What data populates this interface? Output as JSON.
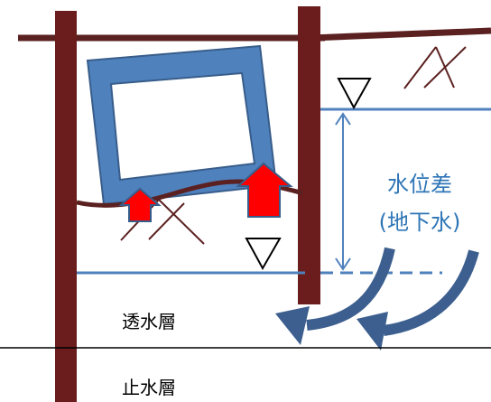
{
  "labels": {
    "water_level_diff_line1": "水位差",
    "water_level_diff_line2": "(地下水)",
    "permeable_layer": "透水層",
    "impermeable_layer": "止水層"
  },
  "colors": {
    "pile": "#6b1c1c",
    "ground_line": "#5b2020",
    "structure_fill": "#4f81bd",
    "structure_stroke": "#385d8a",
    "uplift_arrow": "#ff0000",
    "water_line": "#4f81bd",
    "flow_arrow": "#3d5f8f",
    "text_blue": "#2e75b6",
    "text_black": "#000000"
  },
  "icons": {
    "water_surface_marker": "inverted-triangle",
    "uplift_arrow": "up-arrow",
    "flow_arrow": "curved-arrow",
    "hatch": "soil-hatch"
  }
}
